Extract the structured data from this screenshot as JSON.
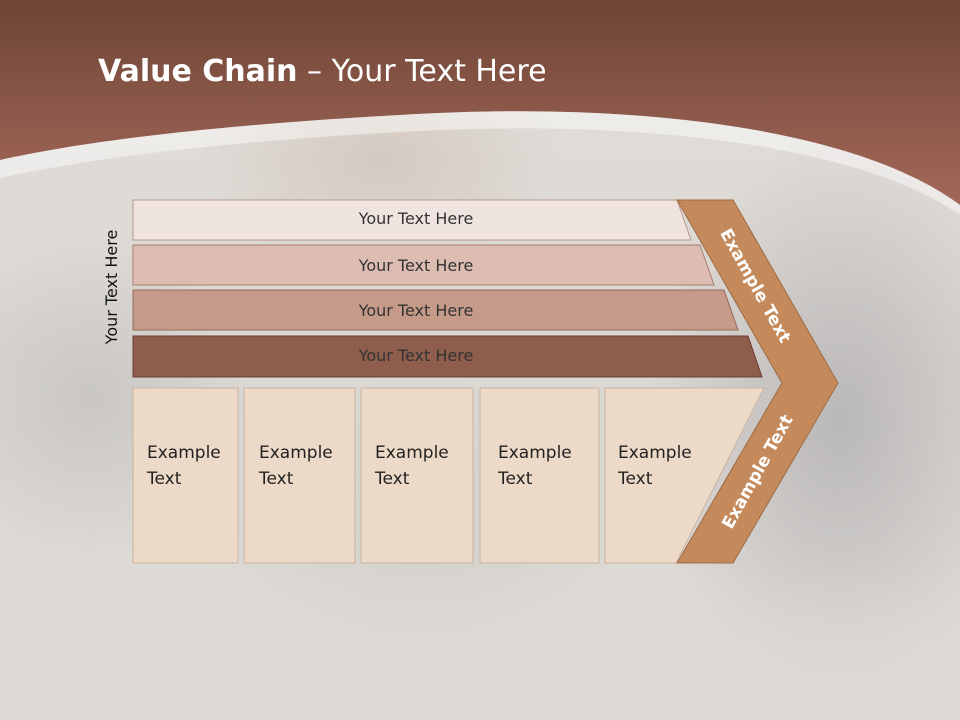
{
  "title": {
    "bold": "Value Chain",
    "rest": " – Your Text Here"
  },
  "side_label": "Your Text Here",
  "rows": [
    {
      "label": "Your Text Here",
      "color": "#f0e4e0"
    },
    {
      "label": "Your Text Here",
      "color": "#ddbcb1"
    },
    {
      "label": "Your Text Here",
      "color": "#c69a88"
    },
    {
      "label": "Your Text Here",
      "color": "#8f5d4c"
    }
  ],
  "boxes": [
    {
      "label": "Example Text"
    },
    {
      "label": "Example Text"
    },
    {
      "label": "Example Text"
    },
    {
      "label": "Example Text"
    },
    {
      "label": "Example Text"
    }
  ],
  "arrow": {
    "upper_label": "Example Text",
    "lower_label": "Example Text",
    "color": "#c48a5b"
  },
  "colors": {
    "header_top": "#6d4535",
    "header_bottom": "#a5685a",
    "box_fill": "#edd9c7",
    "box_border": "#c9b3a3"
  }
}
